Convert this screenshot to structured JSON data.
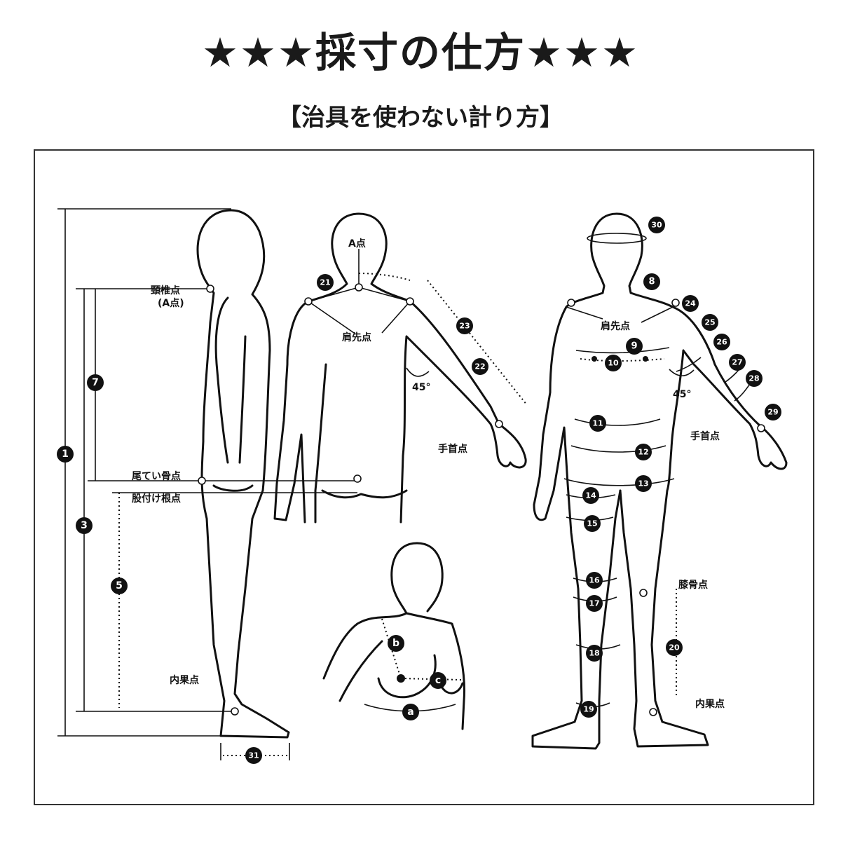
{
  "title": "★★★採寸の仕方★★★",
  "subtitle": "【治具を使わない計り方】",
  "labels": {
    "neck_vertebra": "頸椎点",
    "a_point_paren": "(A点)",
    "a_point": "A点",
    "tailbone": "尾てい骨点",
    "crotch": "股付け根点",
    "inner_ankle": "内果点",
    "shoulder_tip": "肩先点",
    "wrist": "手首点",
    "knee": "膝骨点",
    "angle": "45°"
  },
  "badges": [
    "1",
    "3",
    "5",
    "7",
    "8",
    "9",
    "10",
    "11",
    "12",
    "13",
    "14",
    "15",
    "16",
    "17",
    "18",
    "19",
    "20",
    "21",
    "22",
    "23",
    "24",
    "25",
    "26",
    "27",
    "28",
    "29",
    "30",
    "31",
    "a",
    "b",
    "c"
  ]
}
